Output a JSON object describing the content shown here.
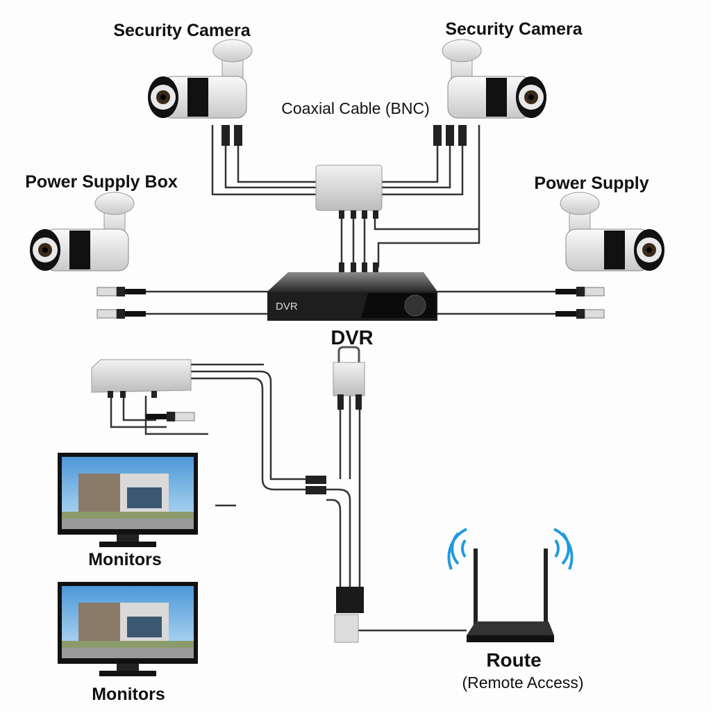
{
  "labels": {
    "camera_top_left": "Security Camera",
    "camera_top_right": "Security Camera",
    "coax": "Coaxial Cable (BNC)",
    "power_box": "Power Supply Box",
    "power_supply": "Power Supply",
    "dvr": "DVR",
    "dvr_face": "DVR",
    "monitor_1": "Monitors",
    "monitor_2": "Monitors",
    "router": "Route",
    "router_sub": "(Remote Access)"
  },
  "colors": {
    "cable": "#333333",
    "dvr_body": "#2a2a2a",
    "wifi": "#1e9be0",
    "sky": "#5aa4dc"
  }
}
